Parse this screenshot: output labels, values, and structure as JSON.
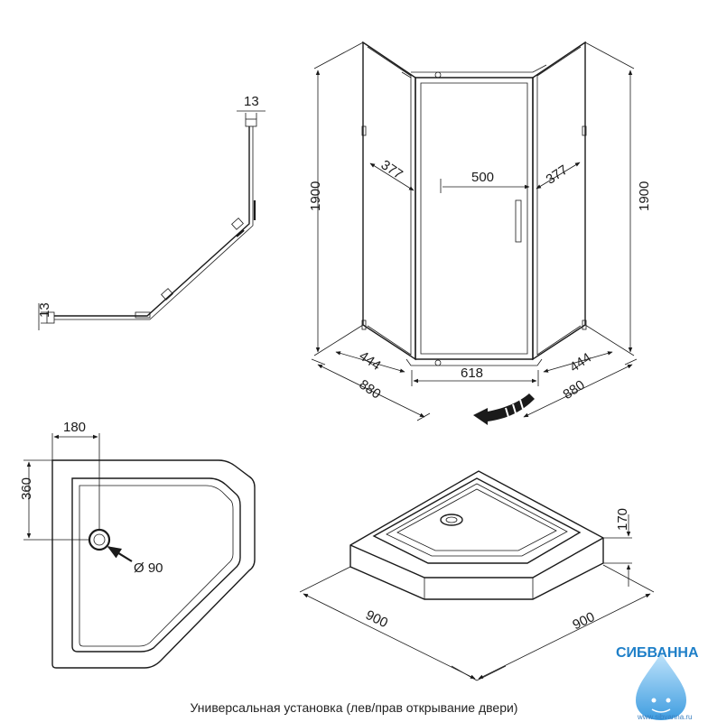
{
  "dimensions": {
    "profile_top": "13",
    "profile_left": "13",
    "height_left": "1900",
    "height_right": "1900",
    "panel_left": "377",
    "door_width": "500",
    "panel_right": "377",
    "side_left": "444",
    "front_width": "618",
    "side_right": "444",
    "depth_left": "880",
    "depth_right": "880",
    "drain_offset_x": "180",
    "drain_offset_y": "360",
    "drain_diameter": "Ø 90",
    "tray_depth_left": "900",
    "tray_depth_right": "900",
    "tray_height": "170"
  },
  "caption": "Универсальная установка (лев/прав открывание двери)",
  "logo": {
    "brand": "СИБВАННА",
    "url": "www.sibvanna.ru",
    "color": "#1e7fc8"
  }
}
